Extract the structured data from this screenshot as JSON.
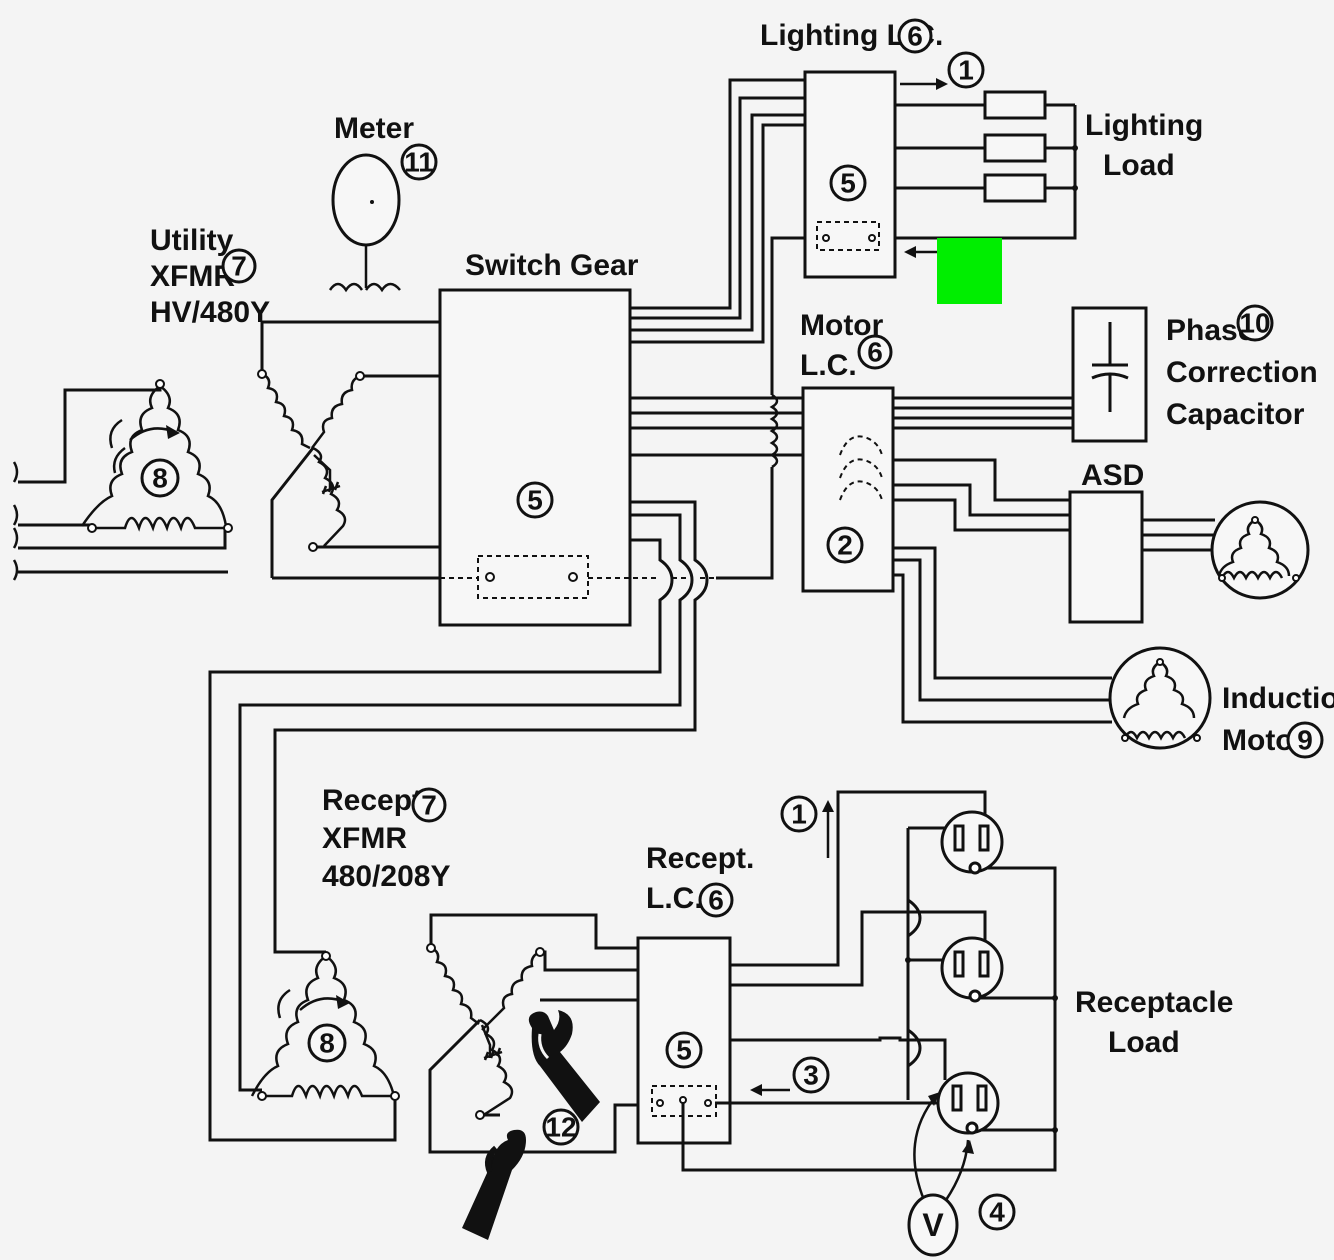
{
  "labels": {
    "lighting_lc": "Lighting L.C.",
    "lighting_load_1": "Lighting",
    "lighting_load_2": "Load",
    "meter": "Meter",
    "utility_1": "Utility",
    "utility_2": "XFMR",
    "utility_3": "HV/480Y",
    "switch_gear": "Switch Gear",
    "motor_lc_1": "Motor",
    "motor_lc_2": "L.C.",
    "phase_1": "Phase",
    "phase_2": "Correction",
    "phase_3": "Capacitor",
    "asd": "ASD",
    "induction_1": "Induction",
    "induction_2": "Motor",
    "recept_xfmr_1": "Recept.",
    "recept_xfmr_2": "XFMR",
    "recept_xfmr_3": "480/208Y",
    "recept_lc_1": "Recept.",
    "recept_lc_2": "L.C.",
    "receptacle_1": "Receptacle",
    "receptacle_2": "Load",
    "voltmeter": "V"
  },
  "numbers": {
    "n1": "1",
    "n2": "2",
    "n3": "3",
    "n4": "4",
    "n5": "5",
    "n6": "6",
    "n7": "7",
    "n8": "8",
    "n9": "9",
    "n10": "10",
    "n11": "11",
    "n12": "12"
  },
  "colors": {
    "ink": "#111111",
    "paper": "#f4f4f4",
    "highlight": "#00ee00"
  }
}
